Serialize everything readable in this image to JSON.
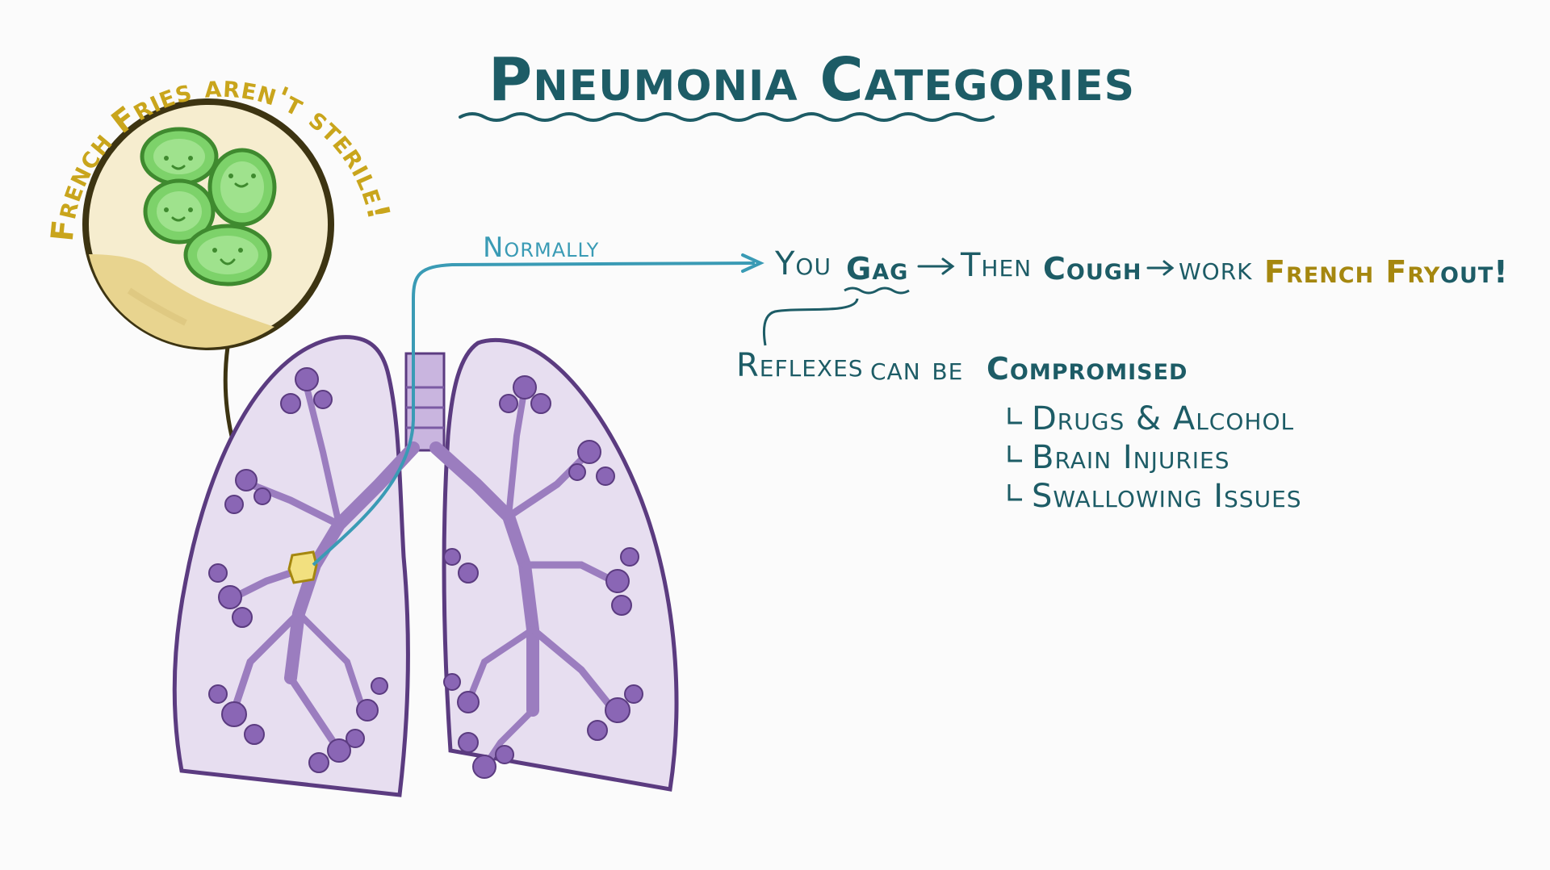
{
  "title": "Pneumonia Categories",
  "callout": {
    "text": "French Fries aren't sterile!",
    "color": "#c9a51c"
  },
  "arrow_label": "Normally",
  "sequence": {
    "you": "You",
    "gag": "Gag",
    "then": "Then",
    "cough": "Cough",
    "work": "work",
    "french_fry": "French Fry",
    "out": "out!"
  },
  "reflexes": {
    "word": "Reflexes",
    "can_be": "can be",
    "compromised": "Compromised",
    "items": [
      "Drugs & Alcohol",
      "Brain Injuries",
      "Swallowing Issues"
    ]
  },
  "colors": {
    "title": "#1d5c66",
    "accent_blue": "#3a9bb5",
    "gold": "#a5870f",
    "lung_fill": "#e7def0",
    "lung_stroke": "#5b3b80",
    "bronchi": "#9b7dbf",
    "bacteria": "#7dd26a"
  },
  "icons": [
    "lungs-illustration",
    "bacteria-icon",
    "french-fry-icon",
    "magnifier-circle-icon"
  ]
}
